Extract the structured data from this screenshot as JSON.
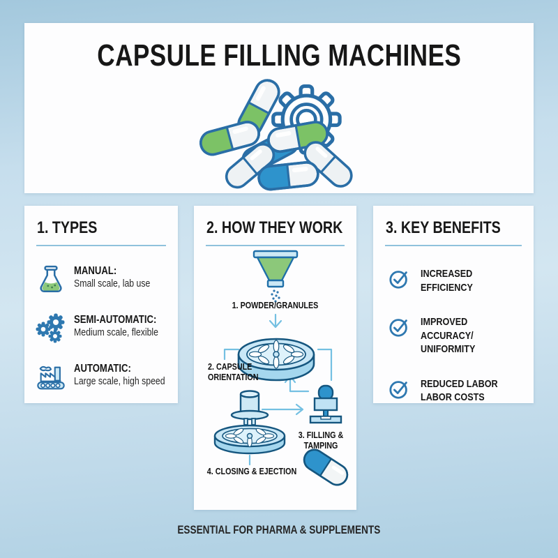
{
  "header": {
    "title": "CAPSULE FILLING MACHINES",
    "illustration": "capsules-and-gear"
  },
  "panels": {
    "types": {
      "heading": "1. TYPES",
      "items": [
        {
          "icon": "flask-icon",
          "title": "MANUAL:",
          "desc": "Small scale, lab use"
        },
        {
          "icon": "gears-icon",
          "title": "SEMI-AUTOMATIC:",
          "desc": "Medium scale, flexible"
        },
        {
          "icon": "conveyor-icon",
          "title": "AUTOMATIC:",
          "desc": "Large scale, high speed"
        }
      ]
    },
    "how": {
      "heading": "2. HOW THEY WORK",
      "steps": [
        {
          "icon": "funnel-icon",
          "label": "1. POWDER/GRANULES"
        },
        {
          "icon": "orientation-plate-icon",
          "label": "2. CAPSULE\nORIENTATION"
        },
        {
          "icon": "tamper-icon",
          "label": "3. FILLING &\nTAMPING"
        },
        {
          "icon": "closing-station-icon",
          "label": "4. CLOSING & EJECTION"
        },
        {
          "icon": "capsule-icon",
          "label": ""
        }
      ]
    },
    "benefits": {
      "heading": "3. KEY BENEFITS",
      "items": [
        {
          "icon": "check-circle-icon",
          "text": "INCREASED\nEFFICIENCY"
        },
        {
          "icon": "check-circle-icon",
          "text": "IMPROVED ACCURACY/\nUNIFORMITY"
        },
        {
          "icon": "check-circle-icon",
          "text": "REDUCED LABOR\nLABOR COSTS"
        }
      ]
    }
  },
  "footer": {
    "caption": "ESSENTIAL FOR PHARMA & SUPPLEMENTS"
  },
  "colors": {
    "page_bg_top": "#a3c8dd",
    "page_bg_mid": "#d3e6f1",
    "panel_bg": "#fdfdfe",
    "outline_blue": "#2a6ea6",
    "dark_outline": "#15567f",
    "medium_blue": "#2e93cc",
    "light_blue_fill": "#cde9f5",
    "pale_blue_fill": "#def2fb",
    "green": "#7cc266",
    "connector_blue": "#74c0e2",
    "heading_underline": "#8fc2dc",
    "text_dark": "#1c1c1c"
  }
}
